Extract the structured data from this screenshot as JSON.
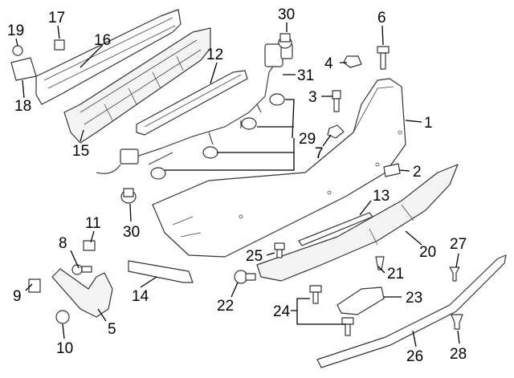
{
  "diagram": {
    "callouts": [
      "19",
      "17",
      "16",
      "18",
      "15",
      "12",
      "30",
      "31",
      "6",
      "4",
      "3",
      "1",
      "29",
      "7",
      "2",
      "30",
      "11",
      "13",
      "8",
      "25",
      "20",
      "27",
      "9",
      "14",
      "22",
      "21",
      "23",
      "5",
      "24",
      "10",
      "26",
      "28"
    ]
  }
}
